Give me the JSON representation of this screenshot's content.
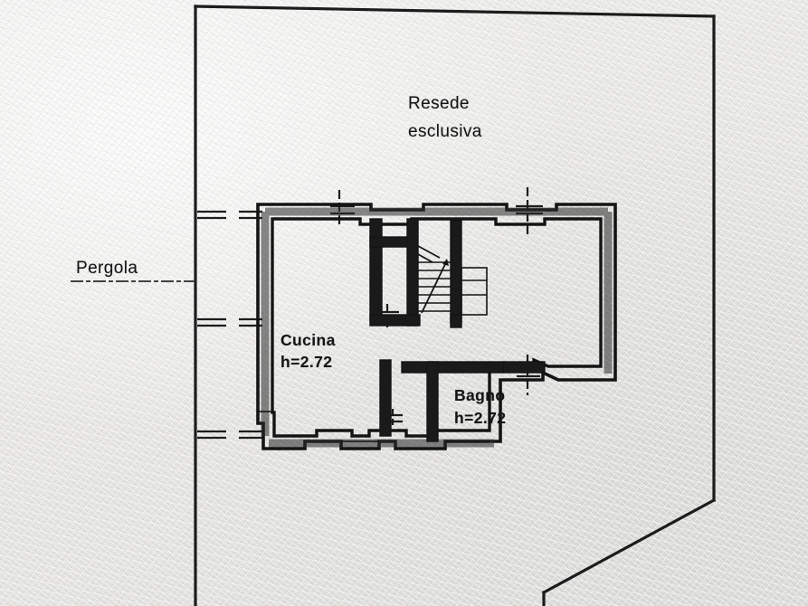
{
  "document": {
    "kind": "architectural-floor-plan",
    "medium": "scanned paper drawing",
    "paper_color": "#e9e8e5",
    "ink_color": "#1a1a1a"
  },
  "labels": {
    "resede_line1": "Resede",
    "resede_line2": "esclusiva",
    "pergola": "Pergola",
    "cucina_name": "Cucina",
    "cucina_height": "h=2.72",
    "bagno_name": "Bagno",
    "bagno_height": "h=2.72"
  },
  "rooms": [
    {
      "name": "Cucina",
      "height_label": "h=2.72"
    },
    {
      "name": "Bagno",
      "height_label": "h=2.72"
    }
  ],
  "areas": [
    {
      "name": "Resede esclusiva"
    },
    {
      "name": "Pergola"
    }
  ],
  "features": {
    "staircase": "staircase-with-direction-arrow",
    "lot_boundary": "exclusive-courtyard-boundary",
    "wall_style": "double-line-poche"
  }
}
